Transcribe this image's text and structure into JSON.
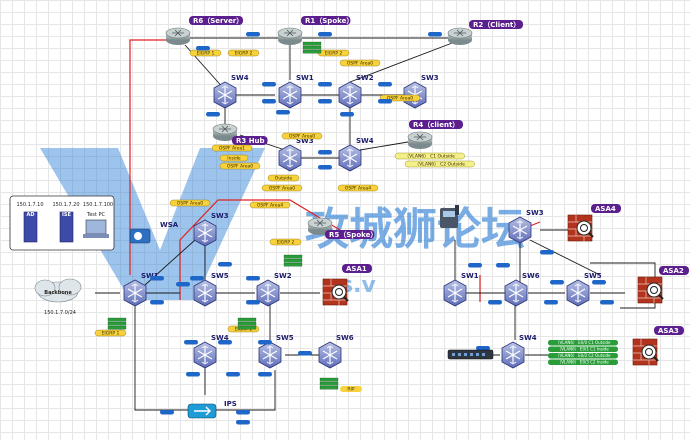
{
  "servers_box": {
    "columns": [
      {
        "ip": "150.1.7.10",
        "label": "AD"
      },
      {
        "ip": "150.1.7.20",
        "label": "ISE"
      },
      {
        "ip": "150.1.7.100",
        "label": "Test PC"
      }
    ]
  },
  "backbone": {
    "label": "Backbone",
    "subnet": "150.1.7.0/24"
  },
  "devices": [
    {
      "id": "r6",
      "label": "R6（Server）",
      "type": "router"
    },
    {
      "id": "r1",
      "label": "R1（Spoke）",
      "type": "router"
    },
    {
      "id": "r2",
      "label": "R2（Client）",
      "type": "router"
    },
    {
      "id": "r3",
      "label": "R3 Hub",
      "type": "router"
    },
    {
      "id": "r4",
      "label": "R4（client）",
      "type": "router"
    },
    {
      "id": "r5",
      "label": "R5（Spoke）",
      "type": "router"
    },
    {
      "id": "top_sw4",
      "label": "SW4",
      "type": "switch"
    },
    {
      "id": "top_sw1",
      "label": "SW1",
      "type": "switch"
    },
    {
      "id": "top_sw2",
      "label": "SW2",
      "type": "switch"
    },
    {
      "id": "top_sw3",
      "label": "SW3",
      "type": "switch"
    },
    {
      "id": "mid_sw3",
      "label": "SW3",
      "type": "switch"
    },
    {
      "id": "mid_sw4",
      "label": "SW4",
      "type": "switch"
    },
    {
      "id": "wsa",
      "label": "WSA",
      "type": "appliance"
    },
    {
      "id": "bl_sw3",
      "label": "SW3",
      "type": "switch"
    },
    {
      "id": "bl_sw1",
      "label": "SW1",
      "type": "switch"
    },
    {
      "id": "bl_sw5",
      "label": "SW5",
      "type": "switch"
    },
    {
      "id": "bl_sw2",
      "label": "SW2",
      "type": "switch"
    },
    {
      "id": "asa1",
      "label": "ASA1",
      "type": "firewall"
    },
    {
      "id": "b_sw4",
      "label": "SW4",
      "type": "switch"
    },
    {
      "id": "b_sw5",
      "label": "SW5",
      "type": "switch"
    },
    {
      "id": "b_sw6",
      "label": "SW6",
      "type": "switch"
    },
    {
      "id": "ips",
      "label": "IPS",
      "type": "ips"
    },
    {
      "id": "r_sw3",
      "label": "SW3",
      "type": "switch"
    },
    {
      "id": "asa4",
      "label": "ASA4",
      "type": "firewall"
    },
    {
      "id": "r_sw1",
      "label": "SW1",
      "type": "switch"
    },
    {
      "id": "r_sw6",
      "label": "SW6",
      "type": "switch"
    },
    {
      "id": "r_sw5",
      "label": "SW5",
      "type": "switch"
    },
    {
      "id": "asa2",
      "label": "ASA2",
      "type": "firewall"
    },
    {
      "id": "r_sw4",
      "label": "SW4",
      "type": "switch"
    },
    {
      "id": "asa3",
      "label": "ASA3",
      "type": "firewall"
    }
  ],
  "area_tags": {
    "eigrp1": "EIGRP 1",
    "eigrp2": "EIGRP 2",
    "ospf_area0": "OSPF Area0",
    "ospf_area1": "OSPF Area1",
    "ospf_area4": "OSPF Area4",
    "inside": "Inside",
    "outside": "Outside",
    "rip": "RIP"
  },
  "vlan_tags": {
    "v10_outside": "（VLAN6） C1 Outside",
    "v10_outside2": "（VLAN6） C2 Outside",
    "asa3_list": [
      "（VLAN6） E0/0 C1 Outside",
      "（VLAN6） E0/1 C1 Inside",
      "（VLAN6） E0/2 C2 Outside",
      "（VLAN6） E0/3 C2 Inside"
    ]
  },
  "watermark": {
    "text": "攻城狮论坛",
    "url": "s.v"
  },
  "colors": {
    "line": "#1a1a1a",
    "red_link": "#e02020",
    "yellow_tag": "#f7d23c",
    "blue_tag": "#1e66c8",
    "green_tag": "#2a9d3a",
    "purple_tag": "#5b1f8e",
    "watermark": "#2e7fd6"
  }
}
